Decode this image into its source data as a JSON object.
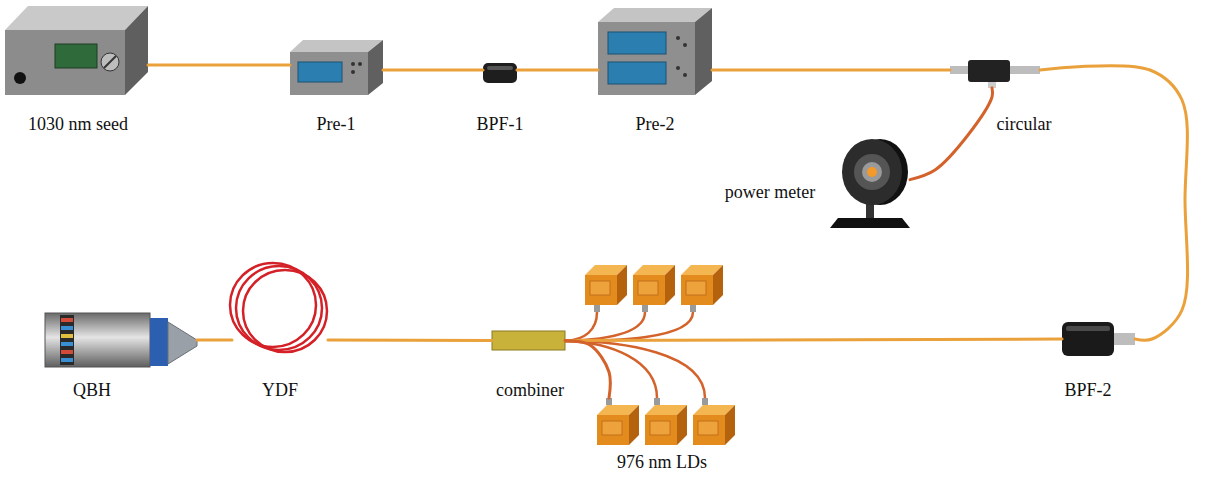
{
  "diagram": {
    "nodes": [
      {
        "text": [
          "1030 nm seed"
        ]
      },
      {
        "text": [
          "Pre-1"
        ]
      },
      {
        "text": [
          "BPF-1"
        ]
      },
      {
        "text": [
          "Pre-2"
        ]
      },
      {
        "text": [
          "circular"
        ]
      },
      {
        "text": [
          "power meter"
        ]
      },
      {
        "text": [
          "QBH"
        ]
      },
      {
        "text": [
          "YDF"
        ]
      },
      {
        "text": [
          "combiner"
        ]
      },
      {
        "text": [
          "BPF-2"
        ]
      },
      {
        "text": [
          "976 nm LDs"
        ]
      }
    ],
    "edges": [
      {
        "from": 0,
        "to": 1,
        "arrow": "none"
      },
      {
        "from": 1,
        "to": 2,
        "arrow": "none"
      },
      {
        "from": 2,
        "to": 3,
        "arrow": "none"
      },
      {
        "from": 3,
        "to": 4,
        "arrow": "none"
      },
      {
        "from": 4,
        "to": 5,
        "arrow": "none"
      },
      {
        "from": 4,
        "to": 9,
        "arrow": "none"
      },
      {
        "from": 9,
        "to": 8,
        "arrow": "none"
      },
      {
        "from": 10,
        "to": 8,
        "arrow": "none"
      },
      {
        "from": 8,
        "to": 7,
        "arrow": "none"
      },
      {
        "from": 7,
        "to": 6,
        "arrow": "none"
      }
    ]
  }
}
